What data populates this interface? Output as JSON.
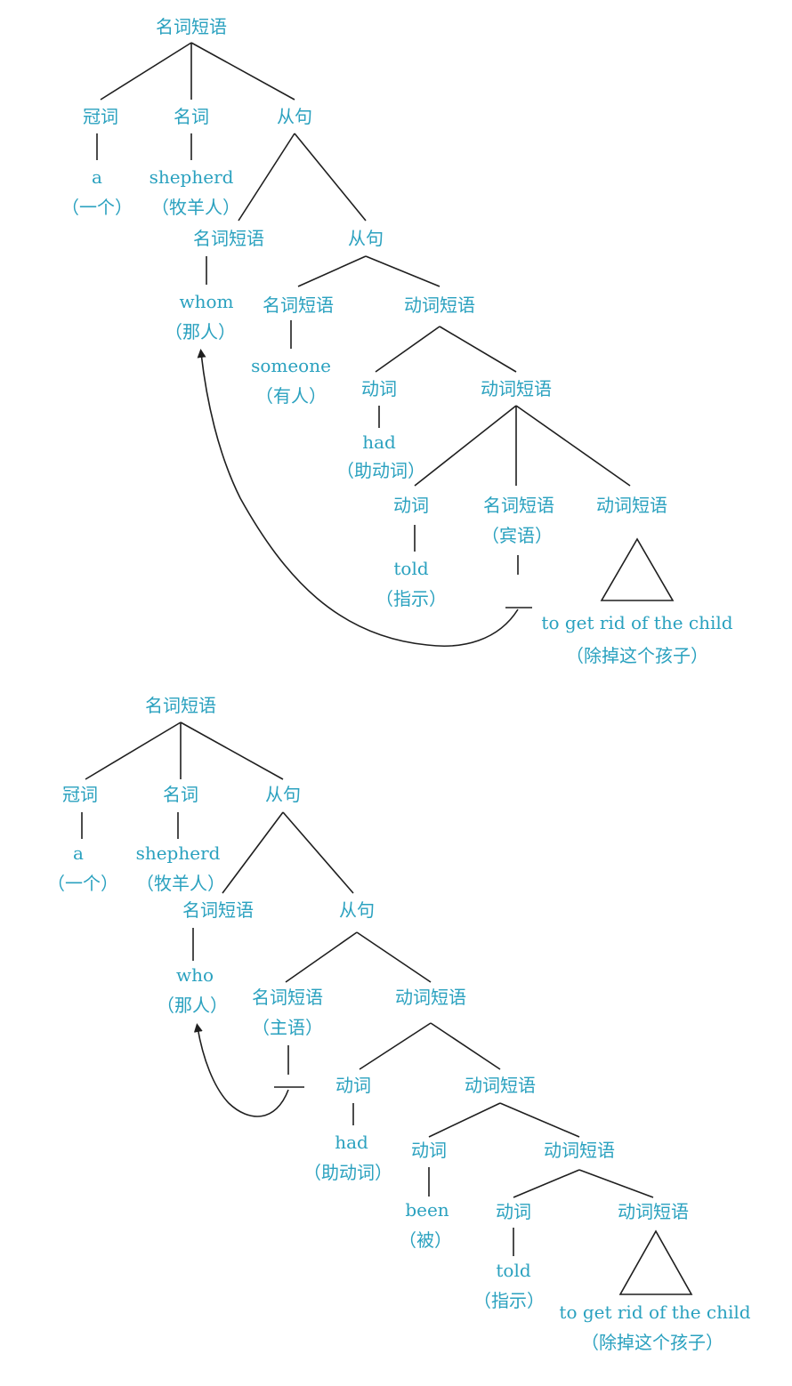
{
  "tree_top": {
    "root": "名词短语",
    "det": "冠词",
    "noun": "名词",
    "clause": "从句",
    "det_word": "a",
    "det_gloss": "（一个）",
    "noun_word": "shepherd",
    "noun_gloss": "（牧羊人）",
    "rel_np": "名词短语",
    "rel_word": "whom",
    "rel_gloss": "（那人）",
    "sub_clause": "从句",
    "subj_np": "名词短语",
    "subj_word": "someone",
    "subj_gloss": "（有人）",
    "vp1": "动词短语",
    "aux": "动词",
    "aux_word": "had",
    "aux_gloss": "（助动词）",
    "vp2": "动词短语",
    "verb": "动词",
    "verb_word": "told",
    "verb_gloss": "（指示）",
    "obj_np": "名词短语",
    "obj_label": "（宾语）",
    "comp_vp": "动词短语",
    "comp_text": "to get rid of the child",
    "comp_gloss": "（除掉这个孩子）"
  },
  "tree_bottom": {
    "root": "名词短语",
    "det": "冠词",
    "noun": "名词",
    "clause": "从句",
    "det_word": "a",
    "det_gloss": "（一个）",
    "noun_word": "shepherd",
    "noun_gloss": "（牧羊人）",
    "rel_np": "名词短语",
    "rel_word": "who",
    "rel_gloss": "（那人）",
    "sub_clause": "从句",
    "subj_np": "名词短语",
    "subj_label": "（主语）",
    "vp1": "动词短语",
    "aux": "动词",
    "aux_word": "had",
    "aux_gloss": "（助动词）",
    "vp2": "动词短语",
    "been": "动词",
    "been_word": "been",
    "been_gloss": "（被）",
    "vp3": "动词短语",
    "verb": "动词",
    "verb_word": "told",
    "verb_gloss": "（指示）",
    "comp_vp": "动词短语",
    "comp_text": "to get rid of the child",
    "comp_gloss": "（除掉这个孩子）"
  }
}
